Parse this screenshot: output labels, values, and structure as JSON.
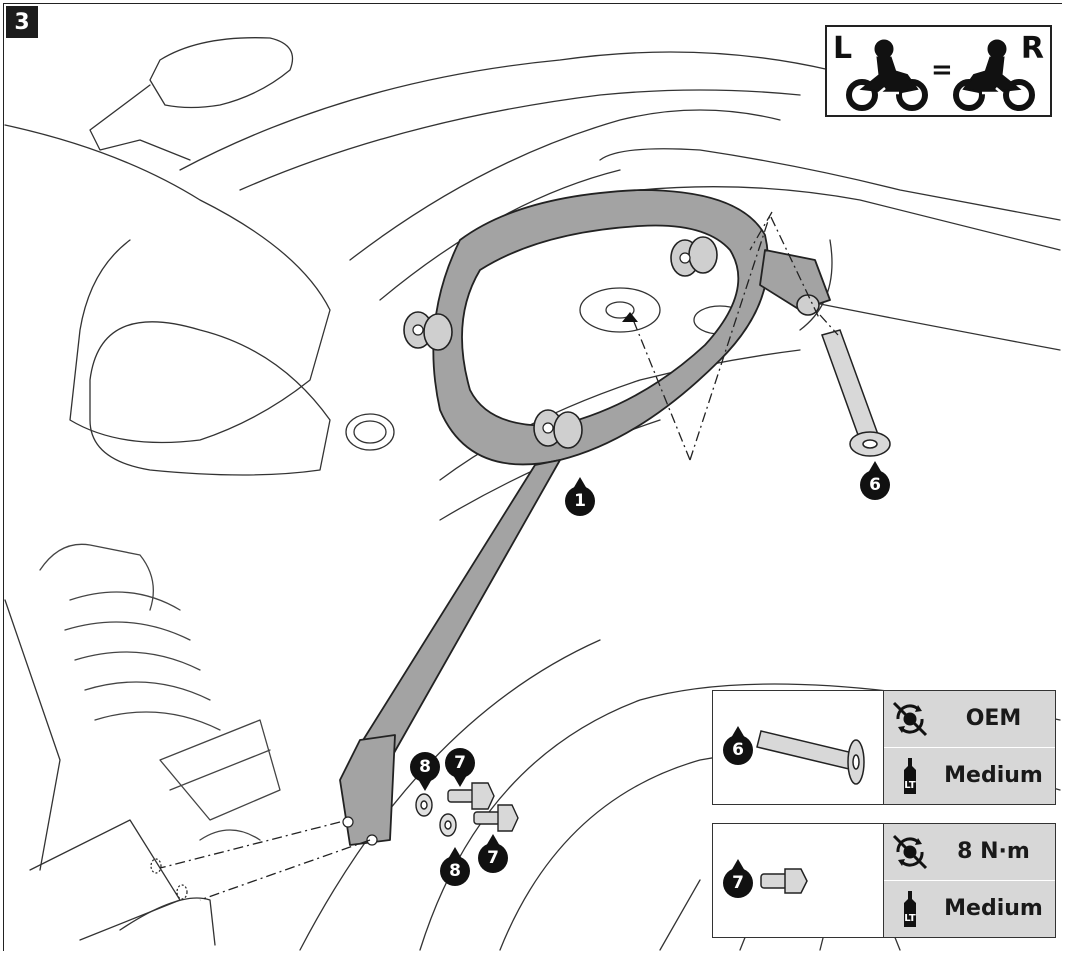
{
  "step": "3",
  "orientation": {
    "left": "L",
    "right": "R",
    "equals": "="
  },
  "callouts": {
    "c1": "1",
    "c6_main": "6",
    "c7_upper": "7",
    "c7_lower": "7",
    "c8_upper": "8",
    "c8_lower": "8"
  },
  "spec_boxes": [
    {
      "part": "6",
      "torque": "OEM",
      "threadlock": "Medium"
    },
    {
      "part": "7",
      "torque": "8 N·m",
      "threadlock": "Medium"
    }
  ],
  "icons": {
    "torque": "torque-wrench-icon",
    "threadlock": "threadlock-bottle-icon"
  },
  "threadlock_label": "LT"
}
